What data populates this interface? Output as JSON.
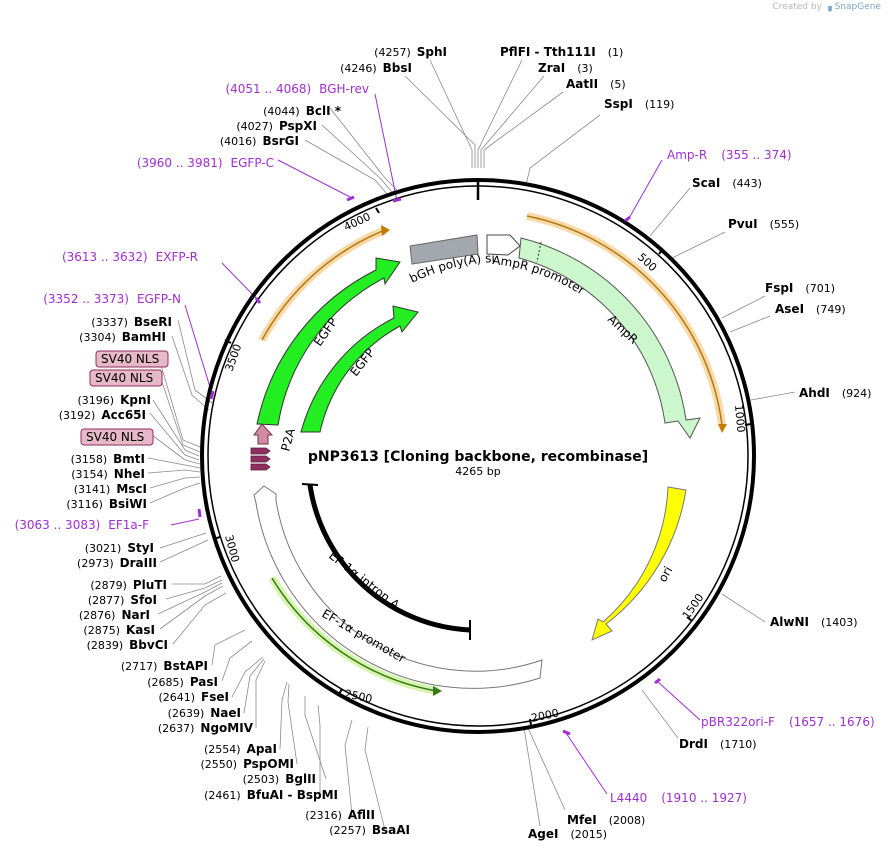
{
  "credit": {
    "prefix": "Created by",
    "brand": "SnapGene"
  },
  "title": "pNP3613 [Cloning backbone, recombinase]",
  "size": "4265 bp",
  "ticks": [
    "500",
    "1000",
    "1500",
    "2000",
    "2500",
    "3000",
    "3500",
    "4000"
  ],
  "sites_right": [
    {
      "name": "PflFI",
      "extra": " - Tth111I",
      "pos": "(1)"
    },
    {
      "name": "ZraI",
      "pos": "(3)"
    },
    {
      "name": "AatII",
      "pos": "(5)"
    },
    {
      "name": "SspI",
      "pos": "(119)"
    },
    {
      "name": "ScaI",
      "pos": "(443)"
    },
    {
      "name": "PvuI",
      "pos": "(555)"
    },
    {
      "name": "FspI",
      "pos": "(701)"
    },
    {
      "name": "AseI",
      "pos": "(749)"
    },
    {
      "name": "AhdI",
      "pos": "(924)"
    },
    {
      "name": "AlwNI",
      "pos": "(1403)"
    },
    {
      "name": "DrdI",
      "pos": "(1710)"
    },
    {
      "name": "MfeI",
      "pos": "(2008)"
    },
    {
      "name": "AgeI",
      "pos": "(2015)"
    }
  ],
  "sites_left": [
    {
      "name": "SphI",
      "pos": "(4257)"
    },
    {
      "name": "BbsI",
      "pos": "(4246)"
    },
    {
      "name": "BclI *",
      "pos": "(4044)"
    },
    {
      "name": "PspXI",
      "pos": "(4027)"
    },
    {
      "name": "BsrGI",
      "pos": "(4016)"
    },
    {
      "name": "BseRI",
      "pos": "(3337)"
    },
    {
      "name": "BamHI",
      "pos": "(3304)"
    },
    {
      "name": "KpnI",
      "pos": "(3196)"
    },
    {
      "name": "Acc65I",
      "pos": "(3192)"
    },
    {
      "name": "BmtI",
      "pos": "(3158)"
    },
    {
      "name": "NheI",
      "pos": "(3154)"
    },
    {
      "name": "MscI",
      "pos": "(3141)"
    },
    {
      "name": "BsiWI",
      "pos": "(3116)"
    },
    {
      "name": "StyI",
      "pos": "(3021)"
    },
    {
      "name": "DraIII",
      "pos": "(2973)"
    },
    {
      "name": "PluTI",
      "pos": "(2879)"
    },
    {
      "name": "SfoI",
      "pos": "(2877)"
    },
    {
      "name": "NarI",
      "pos": "(2876)"
    },
    {
      "name": "KasI",
      "pos": "(2875)"
    },
    {
      "name": "BbvCI",
      "pos": "(2839)"
    },
    {
      "name": "BstAPI",
      "pos": "(2717)"
    },
    {
      "name": "PasI",
      "pos": "(2685)"
    },
    {
      "name": "FseI",
      "pos": "(2641)"
    },
    {
      "name": "NaeI",
      "pos": "(2639)"
    },
    {
      "name": "NgoMIV",
      "pos": "(2637)"
    },
    {
      "name": "ApaI",
      "pos": "(2554)"
    },
    {
      "name": "PspOMI",
      "pos": "(2550)"
    },
    {
      "name": "BglII",
      "pos": "(2503)"
    },
    {
      "name": "BfuAI",
      "extra": " - BspMI",
      "pos": "(2461)"
    },
    {
      "name": "AflII",
      "pos": "(2316)"
    },
    {
      "name": "BsaAI",
      "pos": "(2257)"
    }
  ],
  "primers": [
    {
      "name": "Amp-R",
      "range": "(355 .. 374)"
    },
    {
      "name": "pBR322ori-F",
      "range": "(1657 .. 1676)"
    },
    {
      "name": "L4440",
      "range": "(1910 .. 1927)"
    },
    {
      "name": "EF1a-F",
      "range": "(3063 .. 3083)"
    },
    {
      "name": "EGFP-N",
      "range": "(3352 .. 3373)"
    },
    {
      "name": "EXFP-R",
      "range": "(3613 .. 3632)"
    },
    {
      "name": "EGFP-C",
      "range": "(3960 .. 3981)"
    },
    {
      "name": "BGH-rev",
      "range": "(4051 .. 4068)"
    }
  ],
  "features": {
    "bgh": "bGH poly(A) signal",
    "amp_promoter": "AmpR promoter",
    "ampr": "AmpR",
    "ori": "ori",
    "egfp_outer": "EGFP",
    "egfp_inner": "EGFP",
    "p2a": "P2A",
    "intron": "EF-1α intron A",
    "ef1a_promoter": "EF-1α promoter",
    "nls": [
      "SV40 NLS",
      "SV40 NLS",
      "SV40 NLS"
    ]
  },
  "colors": {
    "primer": "#a02fd0",
    "egfp": "#22ee22",
    "ampr": "#ccf7cc",
    "ori": "#ffff00",
    "bgh": "#a3a8ae",
    "p2a": "#d08aa6",
    "nls": "#8e2f5d",
    "nls_box": "#e6b8c8"
  }
}
